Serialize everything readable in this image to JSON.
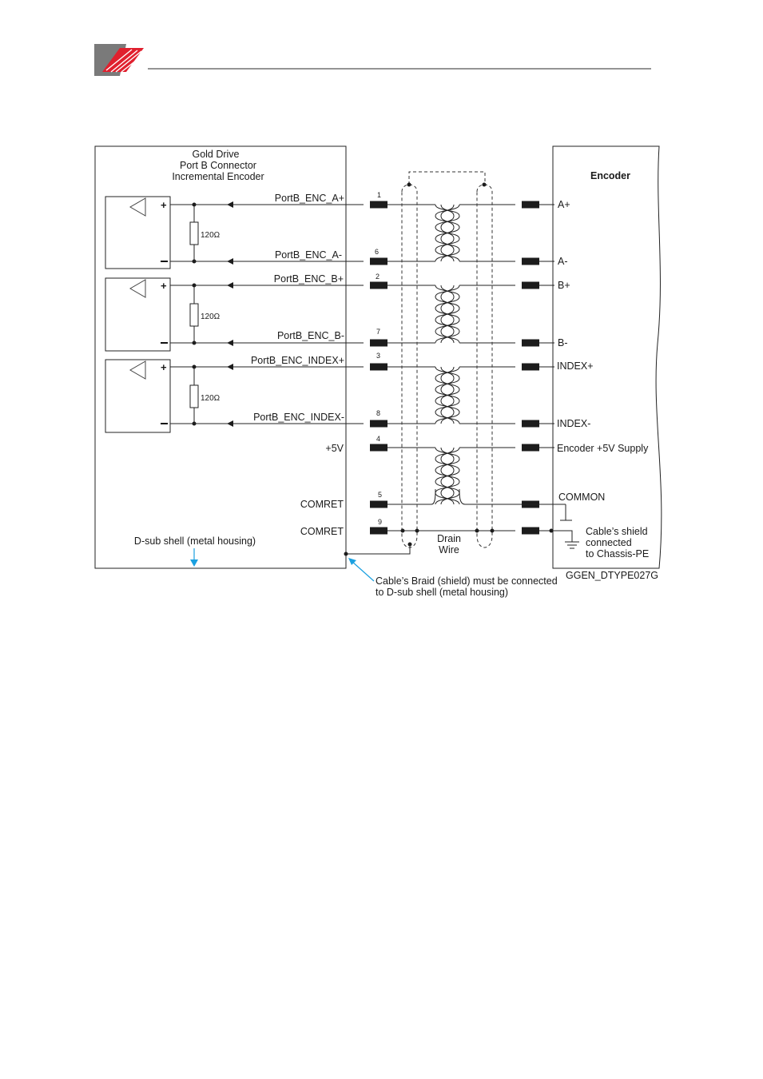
{
  "header": {
    "logo_icon": "company-logo-icon",
    "colors": {
      "logo_grey": "#7a7a7a",
      "logo_red": "#e0202e",
      "rule": "#555555"
    }
  },
  "drive": {
    "title_line1": "Gold Drive",
    "title_line2": "Port B Connector",
    "title_line3": "Incremental Encoder",
    "shell_label": "D-sub shell (metal housing)"
  },
  "channels": [
    {
      "plus_signal": "PortB_ENC_A+",
      "minus_signal": "PortB_ENC_A-",
      "plus_pin": "1",
      "minus_pin": "6",
      "resistor": "120Ω",
      "enc_plus": "A+",
      "enc_minus": "A-"
    },
    {
      "plus_signal": "PortB_ENC_B+",
      "minus_signal": "PortB_ENC_B-",
      "plus_pin": "2",
      "minus_pin": "7",
      "resistor": "120Ω",
      "enc_plus": "B+",
      "enc_minus": "B-"
    },
    {
      "plus_signal": "PortB_ENC_INDEX+",
      "minus_signal": "PortB_ENC_INDEX-",
      "plus_pin": "3",
      "minus_pin": "8",
      "resistor": "120Ω",
      "enc_plus": "INDEX+",
      "enc_minus": "INDEX-"
    }
  ],
  "supply": {
    "signal": "+5V",
    "pin": "4",
    "enc_label": "Encoder +5V Supply"
  },
  "comret1": {
    "signal": "COMRET",
    "pin": "5",
    "enc_label": "COMMON"
  },
  "comret2": {
    "signal": "COMRET",
    "pin": "9"
  },
  "encoder": {
    "title": "Encoder",
    "shield_line1": "Cable’s shield",
    "shield_line2": "connected",
    "shield_line3": "to Chassis-PE"
  },
  "cable": {
    "drain_line1": "Drain",
    "drain_line2": "Wire",
    "braid_note_line1": "Cable’s Braid (shield) must be connected",
    "braid_note_line2": "to D-sub shell (metal housing)"
  },
  "figure_id": "GGEN_DTYPE027G"
}
